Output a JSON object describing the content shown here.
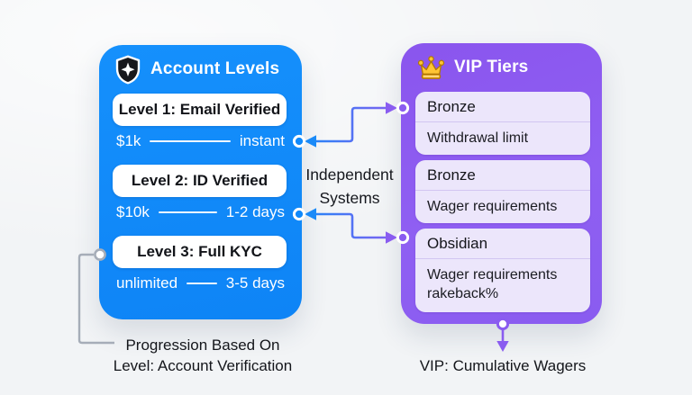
{
  "account_card": {
    "title": "Account Levels",
    "icon": "shield-icon",
    "levels": [
      {
        "label": "Level 1: Email Verified",
        "limit": "$1k",
        "speed": "instant"
      },
      {
        "label": "Level 2: ID Verified",
        "limit": "$10k",
        "speed": "1-2 days"
      },
      {
        "label": "Level 3: Full KYC",
        "limit": "unlimited",
        "speed": "3-5 days"
      }
    ]
  },
  "vip_card": {
    "title": "VIP Tiers",
    "icon": "crown-icon",
    "tiers": [
      {
        "name": "Bronze",
        "detail": "Withdrawal limit"
      },
      {
        "name": "Bronze",
        "detail": "Wager requirements"
      },
      {
        "name": "Obsidian",
        "detail": "Wager requirements rakeback%"
      }
    ]
  },
  "center_label": "Independent Systems",
  "notes": {
    "account_line1": "Progression Based On",
    "account_line2": "Level: Account Verification",
    "vip": "VIP: Cumulative Wagers"
  },
  "colors": {
    "background": "#f3f5f7",
    "account_accent": "#1089fb",
    "vip_accent": "#8a5cf0",
    "tier_row_bg": "#ece6fb",
    "crown_gold": "#ffc533",
    "connector_gray": "#a6adb8"
  }
}
